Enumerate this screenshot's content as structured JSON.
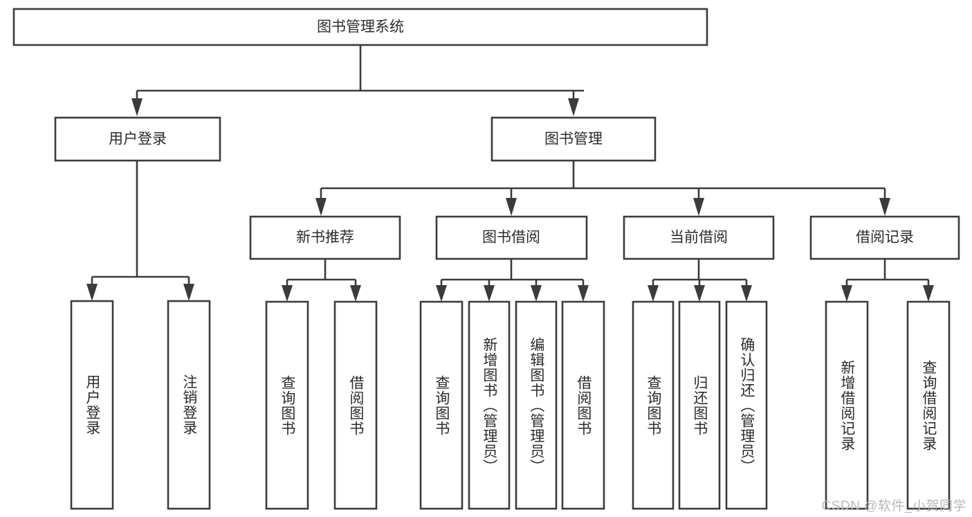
{
  "diagram": {
    "type": "tree",
    "title": "图书管理系统",
    "orientation": "top-down",
    "colors": {
      "box_stroke": "#3b3b3b",
      "box_fill": "#ffffff",
      "text": "#2b2b2b",
      "background": "#ffffff",
      "watermark": "#b9b9b9"
    },
    "root": {
      "label": "图书管理系统"
    },
    "level2": [
      {
        "label": "用户登录"
      },
      {
        "label": "图书管理"
      }
    ],
    "level3": [
      {
        "label": "新书推荐"
      },
      {
        "label": "图书借阅"
      },
      {
        "label": "当前借阅"
      },
      {
        "label": "借阅记录"
      }
    ],
    "leaves": {
      "user_login": [
        {
          "label": "用户登录"
        },
        {
          "label": "注销登录"
        }
      ],
      "new_book": [
        {
          "label": "查询图书"
        },
        {
          "label": "借阅图书"
        }
      ],
      "book_borrow": [
        {
          "label": "查询图书"
        },
        {
          "label": "新增图书（管理员）"
        },
        {
          "label": "编辑图书（管理员）"
        },
        {
          "label": "借阅图书"
        }
      ],
      "current_borrow": [
        {
          "label": "查询图书"
        },
        {
          "label": "归还图书"
        },
        {
          "label": "确认归还（管理员）"
        }
      ],
      "borrow_record": [
        {
          "label": "新增借阅记录"
        },
        {
          "label": "查询借阅记录"
        }
      ]
    }
  },
  "watermark": {
    "text": "CSDN @软件_小贺同学"
  }
}
